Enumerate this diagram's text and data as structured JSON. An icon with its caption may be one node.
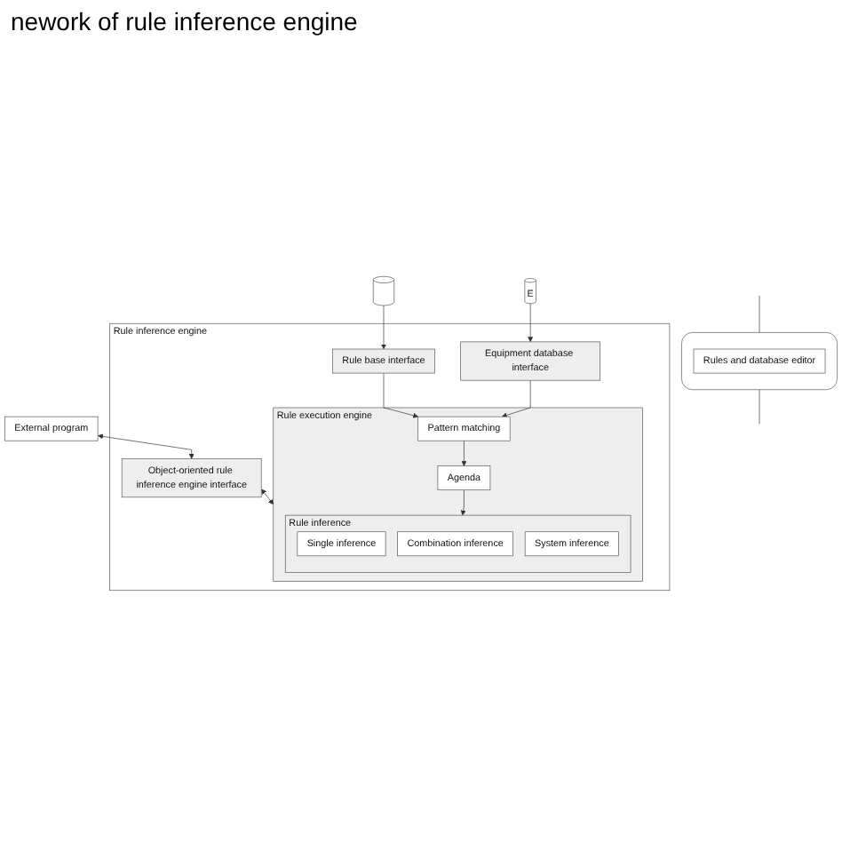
{
  "diagram": {
    "title": "nework of rule inference engine",
    "nodes": [
      {
        "text": [
          "External program"
        ]
      },
      {
        "text": [
          "Rule inference engine"
        ]
      },
      {
        "text": [
          "Object-oriented rule inference engine interface"
        ],
        "in": 1
      },
      {
        "text": [
          "Rule execution engine"
        ],
        "in": 1
      },
      {
        "text": [
          "Rule inference"
        ],
        "in": 3
      },
      {
        "text": [
          "Single inference"
        ],
        "in": 4
      },
      {
        "text": [
          "Combination inference"
        ],
        "in": 4
      },
      {
        "text": [
          "System inference"
        ],
        "in": 4
      },
      {
        "text": [
          "Agenda"
        ],
        "in": 3
      },
      {
        "text": [
          "Pattern matching"
        ],
        "in": 3
      },
      {
        "text": [
          "Rule base interface"
        ],
        "in": 1
      },
      {
        "text": [
          "Equipment database interface"
        ],
        "in": 1
      },
      {
        "text": [],
        "shape": "cylinder"
      },
      {
        "text": [
          "E"
        ]
      },
      {
        "text": [],
        "shape": "box"
      },
      {
        "text": [
          "Rules and database editor"
        ],
        "in": 14
      }
    ],
    "edges": [
      {
        "from": 0,
        "to": 2,
        "arrow": "both"
      },
      {
        "from": 2,
        "to": 3,
        "arrow": "both"
      },
      {
        "from": 8,
        "to": 4,
        "arrow": "to"
      },
      {
        "from": 9,
        "to": 8,
        "arrow": "to"
      },
      {
        "from": 12,
        "to": 10,
        "arrow": "to"
      },
      {
        "from": 10,
        "to": 9,
        "arrow": "to"
      },
      {
        "from": 11,
        "to": 9,
        "arrow": "to"
      },
      {
        "from": 13,
        "to": 11,
        "arrow": "to"
      },
      {
        "from": null,
        "to": 14,
        "arrow": "none"
      },
      {
        "from": 14,
        "to": null,
        "arrow": "none"
      }
    ]
  }
}
